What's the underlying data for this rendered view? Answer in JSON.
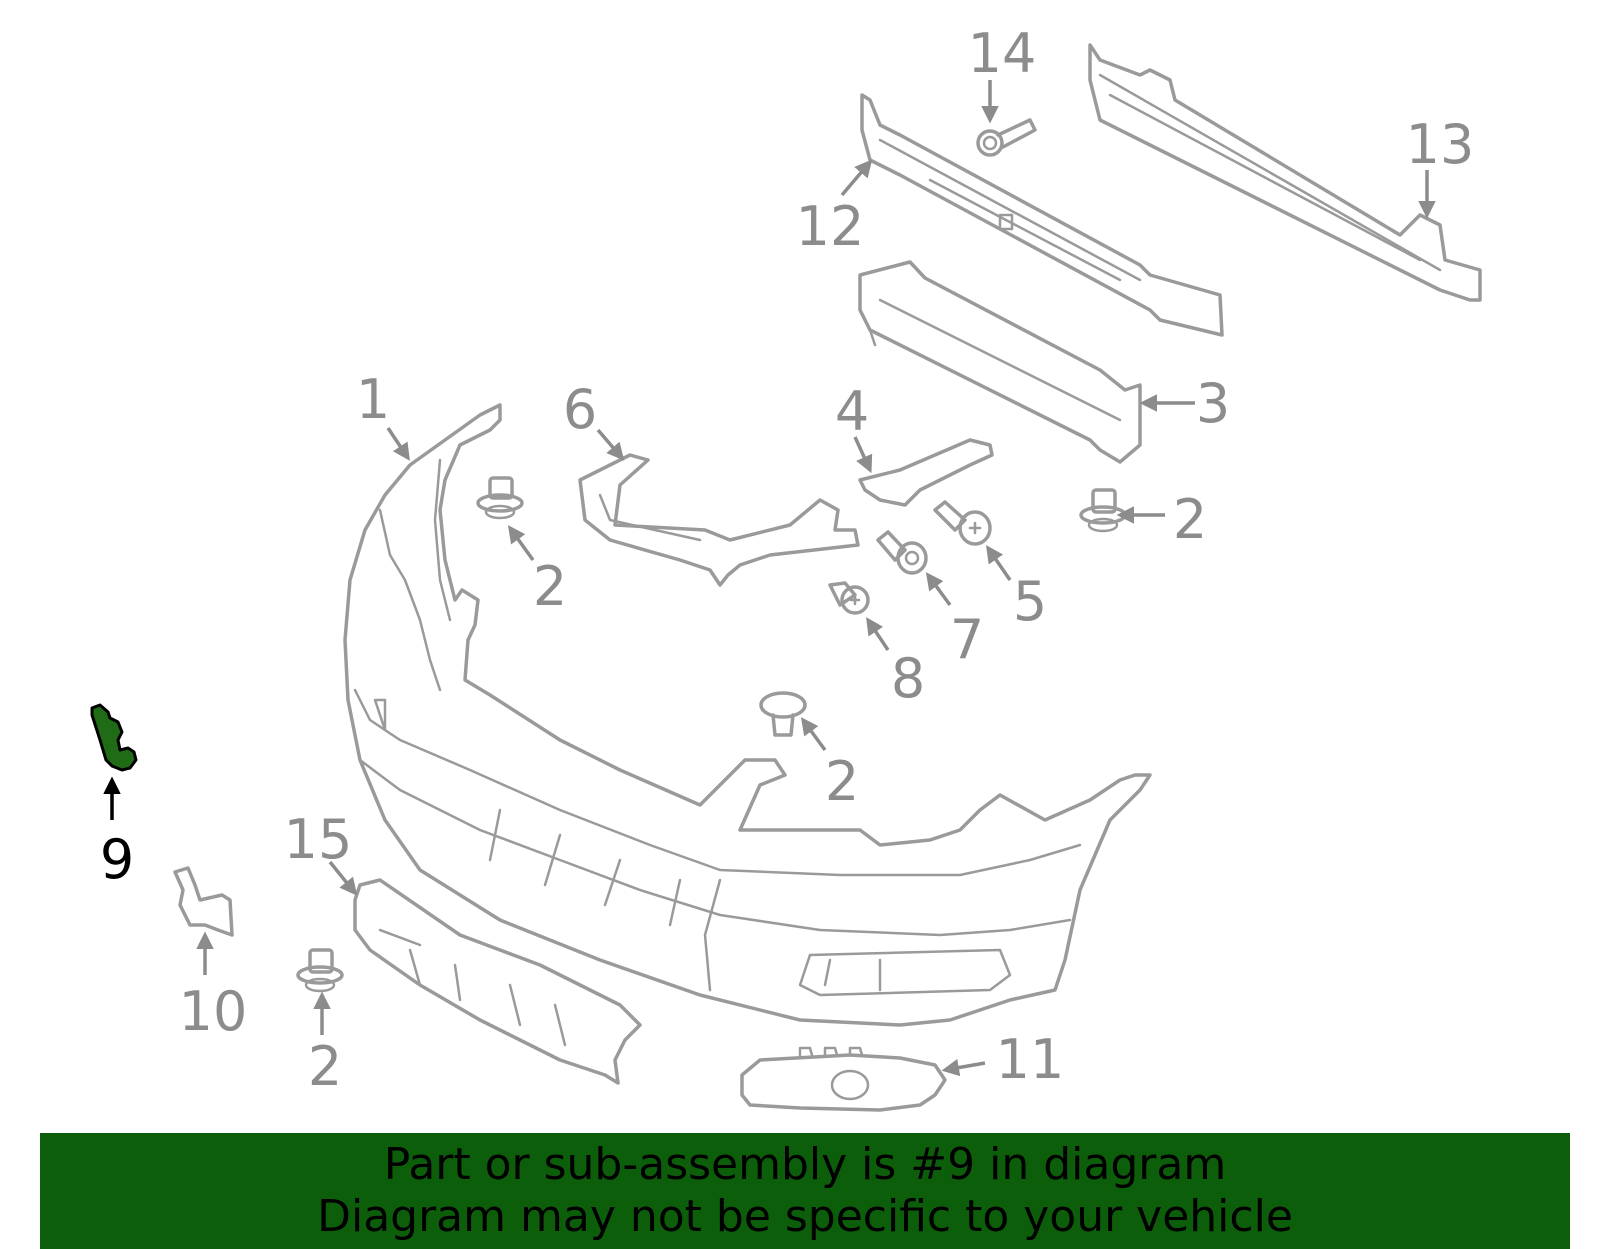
{
  "diagram": {
    "highlighted_part": "9",
    "highlight_color": "#1f6b16",
    "part_color": "#9a9a9a",
    "callouts": [
      {
        "id": "c1",
        "label": "1"
      },
      {
        "id": "c2a",
        "label": "2"
      },
      {
        "id": "c2b",
        "label": "2"
      },
      {
        "id": "c2c",
        "label": "2"
      },
      {
        "id": "c2d",
        "label": "2"
      },
      {
        "id": "c3",
        "label": "3"
      },
      {
        "id": "c4",
        "label": "4"
      },
      {
        "id": "c5",
        "label": "5"
      },
      {
        "id": "c6",
        "label": "6"
      },
      {
        "id": "c7",
        "label": "7"
      },
      {
        "id": "c8",
        "label": "8"
      },
      {
        "id": "c9",
        "label": "9"
      },
      {
        "id": "c10",
        "label": "10"
      },
      {
        "id": "c11",
        "label": "11"
      },
      {
        "id": "c12",
        "label": "12"
      },
      {
        "id": "c13",
        "label": "13"
      },
      {
        "id": "c14",
        "label": "14"
      },
      {
        "id": "c15",
        "label": "15"
      }
    ]
  },
  "banner": {
    "color": "#0d5e0a",
    "line1": "Part or sub-assembly is #9 in diagram",
    "line2": "Diagram may not be specific to your vehicle"
  }
}
